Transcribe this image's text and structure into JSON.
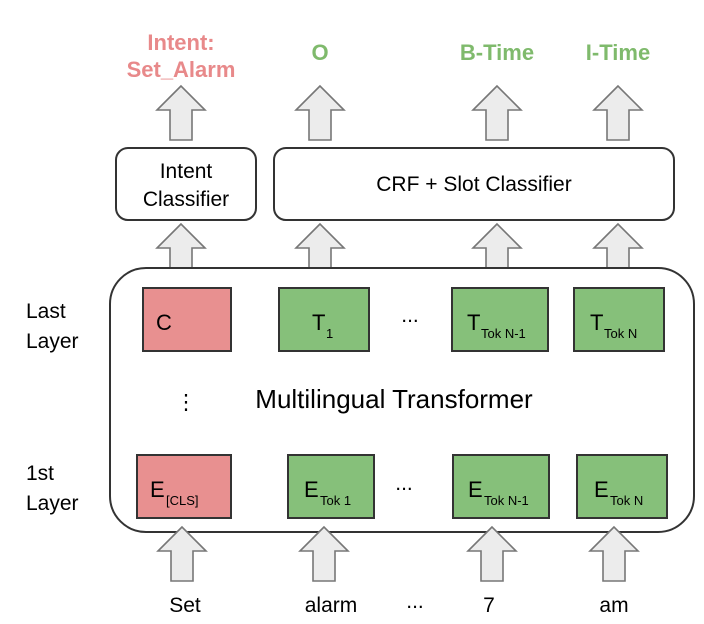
{
  "colors": {
    "intent_text": "#e8898a",
    "slot_text": "#7fba6c",
    "red_fill": "#e89090",
    "green_fill": "#86c07a"
  },
  "outputs": {
    "intent_line1": "Intent:",
    "intent_line2": "Set_Alarm",
    "slot1": "O",
    "slot2": "B-Time",
    "slot3": "I-Time"
  },
  "classifiers": {
    "intent_line1": "Intent",
    "intent_line2": "Classifier",
    "slot": "CRF + Slot Classifier"
  },
  "layers": {
    "last_line1": "Last",
    "last_line2": "Layer",
    "first_line1": "1st",
    "first_line2": "Layer"
  },
  "transformer": {
    "title": "Multilingual Transformer",
    "vdots": "⋮"
  },
  "last_row": {
    "c": "C",
    "t1_main": "T",
    "t1_sub": "1",
    "ellipsis": "...",
    "tn1_main": "T",
    "tn1_sub": "Tok N-1",
    "tn_main": "T",
    "tn_sub": "Tok N"
  },
  "first_row": {
    "ecls_main": "E",
    "ecls_sub": "[CLS]",
    "e1_main": "E",
    "e1_sub": "Tok 1",
    "ellipsis": "...",
    "en1_main": "E",
    "en1_sub": "Tok N-1",
    "en_main": "E",
    "en_sub": "Tok N"
  },
  "inputs": {
    "w1": "Set",
    "w2": "alarm",
    "ellipsis": "...",
    "w3": "7",
    "w4": "am"
  }
}
